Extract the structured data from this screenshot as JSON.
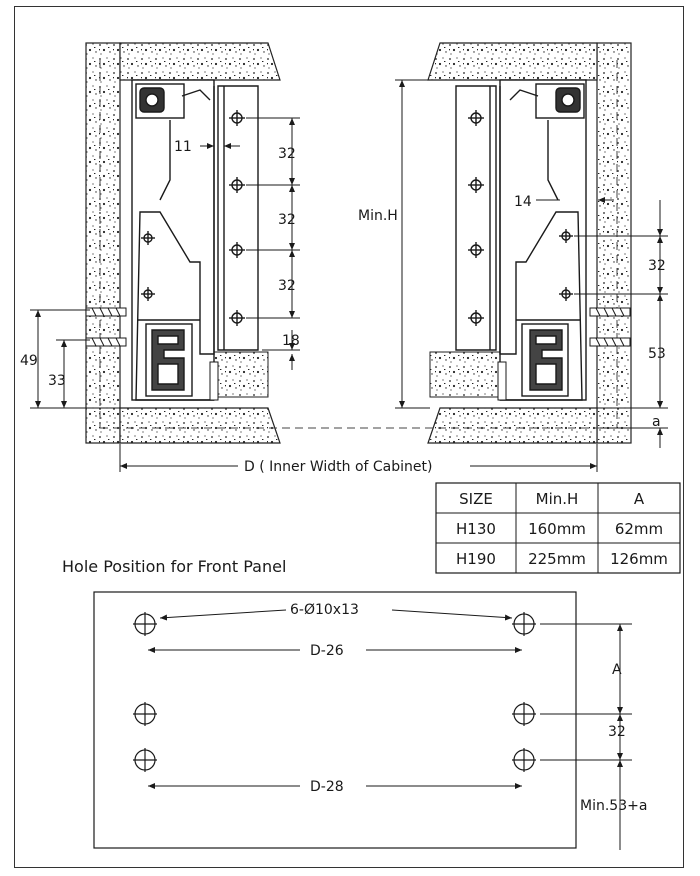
{
  "diagram": {
    "top_dims": {
      "d11": "11",
      "d32a": "32",
      "d32b": "32",
      "d32c": "32",
      "d18": "18",
      "d49": "49",
      "d33": "33",
      "minh": "Min.H",
      "d14": "14",
      "d32r": "32",
      "d53": "53",
      "a": "a"
    },
    "width_label": "D ( Inner Width of Cabinet)",
    "table": {
      "headers": [
        "SIZE",
        "Min.H",
        "A"
      ],
      "rows": [
        [
          "H130",
          "160mm",
          "62mm"
        ],
        [
          "H190",
          "225mm",
          "126mm"
        ]
      ]
    },
    "front_panel": {
      "title": "Hole Position for Front Panel",
      "holes_label": "6-Ø10x13",
      "d26": "D-26",
      "d28": "D-28",
      "a": "A",
      "d32": "32",
      "min53": "Min.53+a"
    }
  }
}
